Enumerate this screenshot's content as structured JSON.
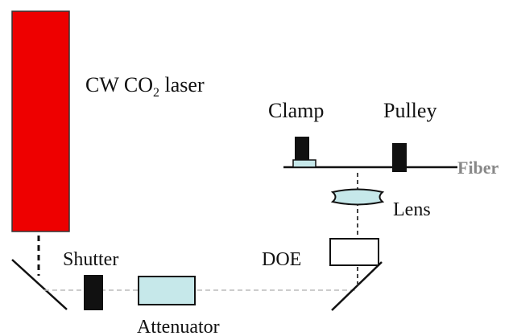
{
  "labels": {
    "laser_prefix": "CW CO",
    "laser_sub": "2",
    "laser_suffix": " laser",
    "clamp": "Clamp",
    "pulley": "Pulley",
    "fiber": "Fiber",
    "lens": "Lens",
    "doe": "DOE",
    "shutter": "Shutter",
    "attenuator": "Attenuator"
  },
  "colors": {
    "laser": "#ee0000",
    "component_fill": "#c6e8ea",
    "fiber_label": "#888888",
    "beam_dashed": "#bbbbbb",
    "black": "#111111"
  }
}
